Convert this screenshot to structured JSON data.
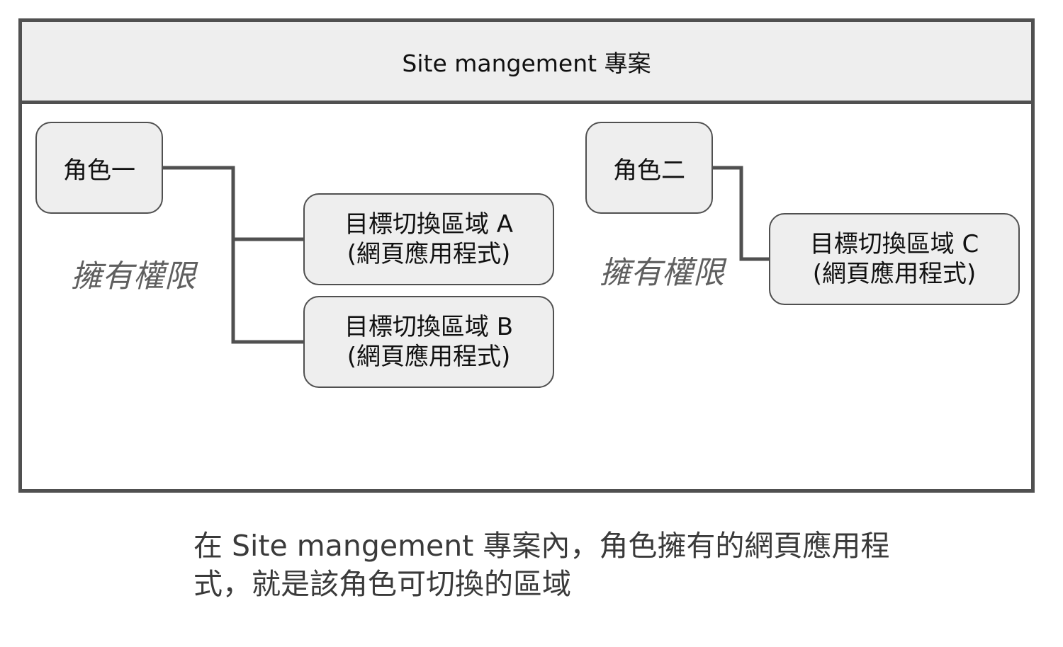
{
  "header": {
    "title": "Site mangement 專案"
  },
  "roles": [
    {
      "label": "角色一",
      "permission_label": "擁有權限",
      "targets": [
        {
          "line1": "目標切換區域 A",
          "line2": "(網頁應用程式)"
        },
        {
          "line1": "目標切換區域 B",
          "line2": "(網頁應用程式)"
        }
      ]
    },
    {
      "label": "角色二",
      "permission_label": "擁有權限",
      "targets": [
        {
          "line1": "目標切換區域 C",
          "line2": "(網頁應用程式)"
        }
      ]
    }
  ],
  "caption": {
    "line1": "在 Site mangement 專案內，角色擁有的網頁應用程",
    "line2": "式，就是該角色可切換的區域"
  },
  "colors": {
    "frame_border": "#505050",
    "node_fill": "#eeeeee",
    "connector": "#505050",
    "permission_text": "#5f5f5f",
    "caption_text": "#3a3a3a"
  }
}
